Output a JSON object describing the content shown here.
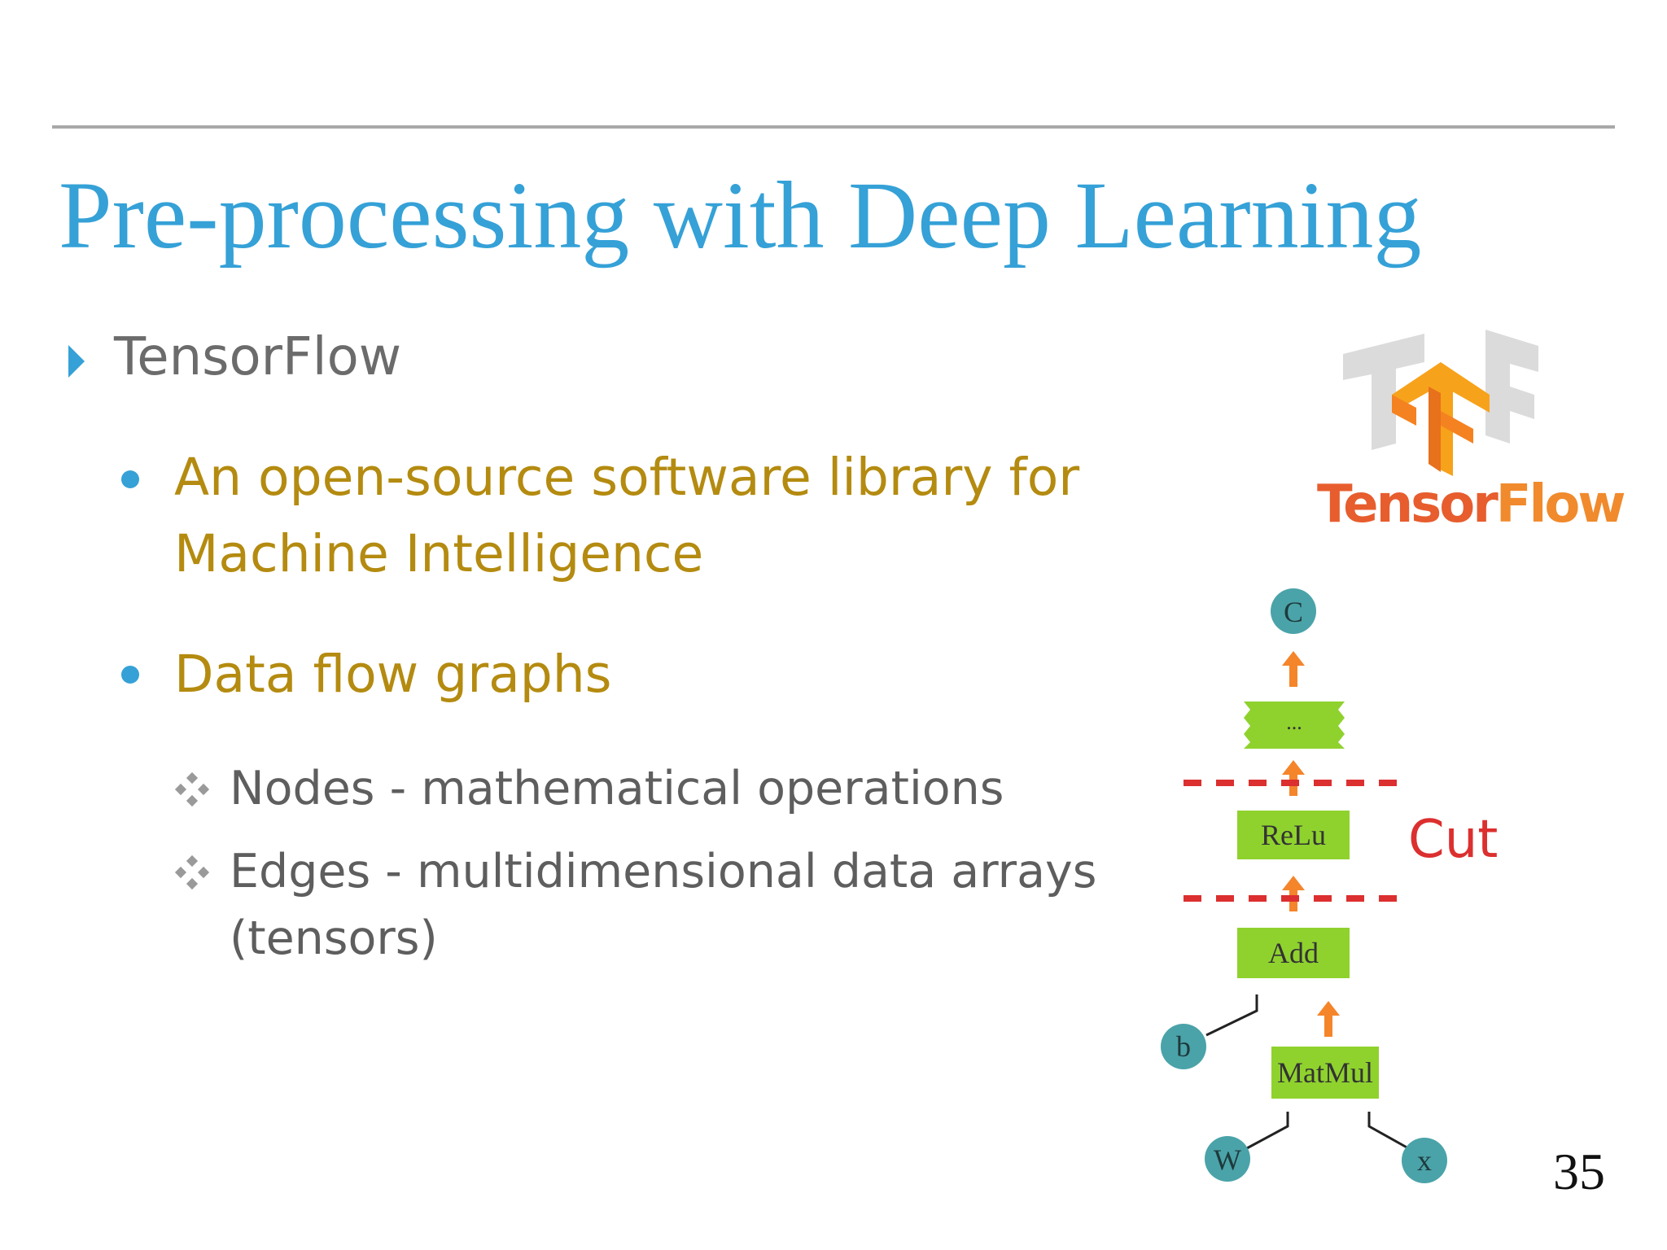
{
  "slide": {
    "title": "Pre-processing with Deep Learning",
    "page_number": "35"
  },
  "bullets": {
    "level1": "TensorFlow",
    "level2": [
      {
        "line1": "An open-source software library for",
        "line2": "Machine Intelligence"
      },
      {
        "line1": "Data flow graphs"
      }
    ],
    "level3": [
      {
        "line1": "Nodes - mathematical operations"
      },
      {
        "line1": "Edges - multidimensional data arrays",
        "line2": "(tensors)"
      }
    ]
  },
  "logo": {
    "text_part1": "Tensor",
    "text_part2": "Flow"
  },
  "graph": {
    "nodes": {
      "c": "C",
      "ellipsis": "...",
      "relu": "ReLu",
      "add": "Add",
      "b": "b",
      "matmul": "MatMul",
      "w": "W",
      "x": "x"
    },
    "cut_label": "Cut"
  },
  "colors": {
    "title": "#35a1d7",
    "level2_text": "#b48b10",
    "node_fill": "#8fd22e",
    "tensor_node": "#4aa3a9",
    "arrow": "#f5852a",
    "cut": "#dc2f2f"
  }
}
